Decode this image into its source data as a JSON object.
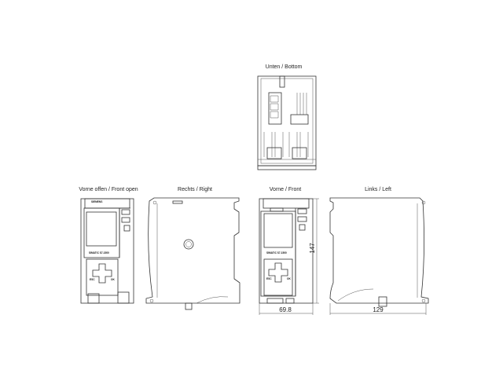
{
  "views": {
    "bottom": {
      "label": "Unten / Bottom"
    },
    "front_open": {
      "label": "Vorne offen / Front open"
    },
    "right": {
      "label": "Rechts / Right"
    },
    "front": {
      "label": "Vorne / Front"
    },
    "left": {
      "label": "Links / Left"
    }
  },
  "device": {
    "model_label": "SIMATIC S7-1500",
    "brand": "SIEMENS",
    "keys": {
      "esc": "ESC",
      "ok": "OK"
    }
  },
  "dimensions": {
    "height": "147",
    "width": "69.8",
    "depth": "129"
  }
}
